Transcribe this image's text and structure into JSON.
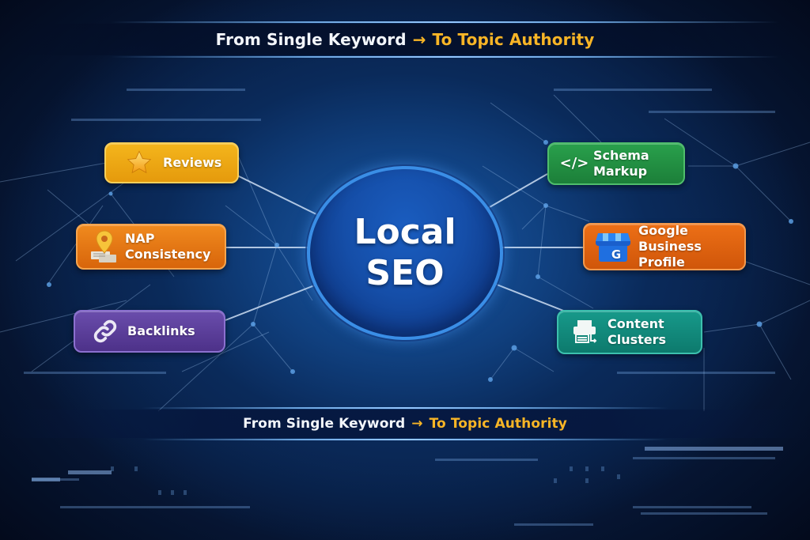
{
  "banner_top": {
    "part1": "From Single Keyword",
    "arrow": "→",
    "part2": "To Topic Authority"
  },
  "hub": {
    "line1": "Local",
    "line2": "SEO",
    "color": "#154ea8"
  },
  "nodes_left": [
    {
      "id": "reviews",
      "icon": "star-icon",
      "line1": "Reviews",
      "line2": "",
      "color": "#f4b51c"
    },
    {
      "id": "nap",
      "icon": "map-pin-icon",
      "line1": "NAP",
      "line2": "Consistency",
      "color": "#e8761a"
    },
    {
      "id": "backlinks",
      "icon": "link-icon",
      "line1": "Backlinks",
      "line2": "",
      "color": "#5b3f9c"
    }
  ],
  "nodes_right": [
    {
      "id": "schema",
      "icon": "code-icon",
      "icon_text": "</>",
      "line1": "Schema",
      "line2": "Markup",
      "color": "#23903f"
    },
    {
      "id": "gbp",
      "icon": "google-business-store-icon",
      "icon_text": "G",
      "line1": "Google",
      "line2": "Business Profile",
      "color": "#e0620f"
    },
    {
      "id": "content",
      "icon": "content-cluster-icon",
      "line1": "Content",
      "line2": "Clusters",
      "color": "#138a7c"
    }
  ],
  "banner_bottom": {
    "part1": "From Single Keyword",
    "arrow": "→",
    "part2": "To Topic Authority"
  },
  "colors": {
    "background": "#030a1c",
    "accent_gold": "#f8b526",
    "line": "#bcd6f5"
  }
}
